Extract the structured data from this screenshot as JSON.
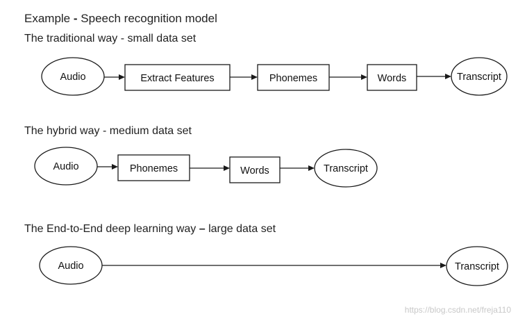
{
  "title": {
    "prefix": "Example",
    "separator": "-",
    "text": "Speech recognition model"
  },
  "flows": [
    {
      "heading": "The traditional way - small data set",
      "nodes": [
        {
          "label": "Audio",
          "shape": "ellipse"
        },
        {
          "label": "Extract Features",
          "shape": "box"
        },
        {
          "label": "Phonemes",
          "shape": "box"
        },
        {
          "label": "Words",
          "shape": "box"
        },
        {
          "label": "Transcript",
          "shape": "ellipse"
        }
      ]
    },
    {
      "heading": "The hybrid way - medium data set",
      "nodes": [
        {
          "label": "Audio",
          "shape": "ellipse"
        },
        {
          "label": "Phonemes",
          "shape": "box"
        },
        {
          "label": "Words",
          "shape": "box"
        },
        {
          "label": "Transcript",
          "shape": "ellipse"
        }
      ]
    },
    {
      "heading_start": "The End-to-End deep learning way",
      "heading_dash": "–",
      "heading_end": "large data set",
      "nodes": [
        {
          "label": "Audio",
          "shape": "ellipse"
        },
        {
          "label": "Transcript",
          "shape": "ellipse"
        }
      ]
    }
  ],
  "watermark": "https://blog.csdn.net/freja110"
}
